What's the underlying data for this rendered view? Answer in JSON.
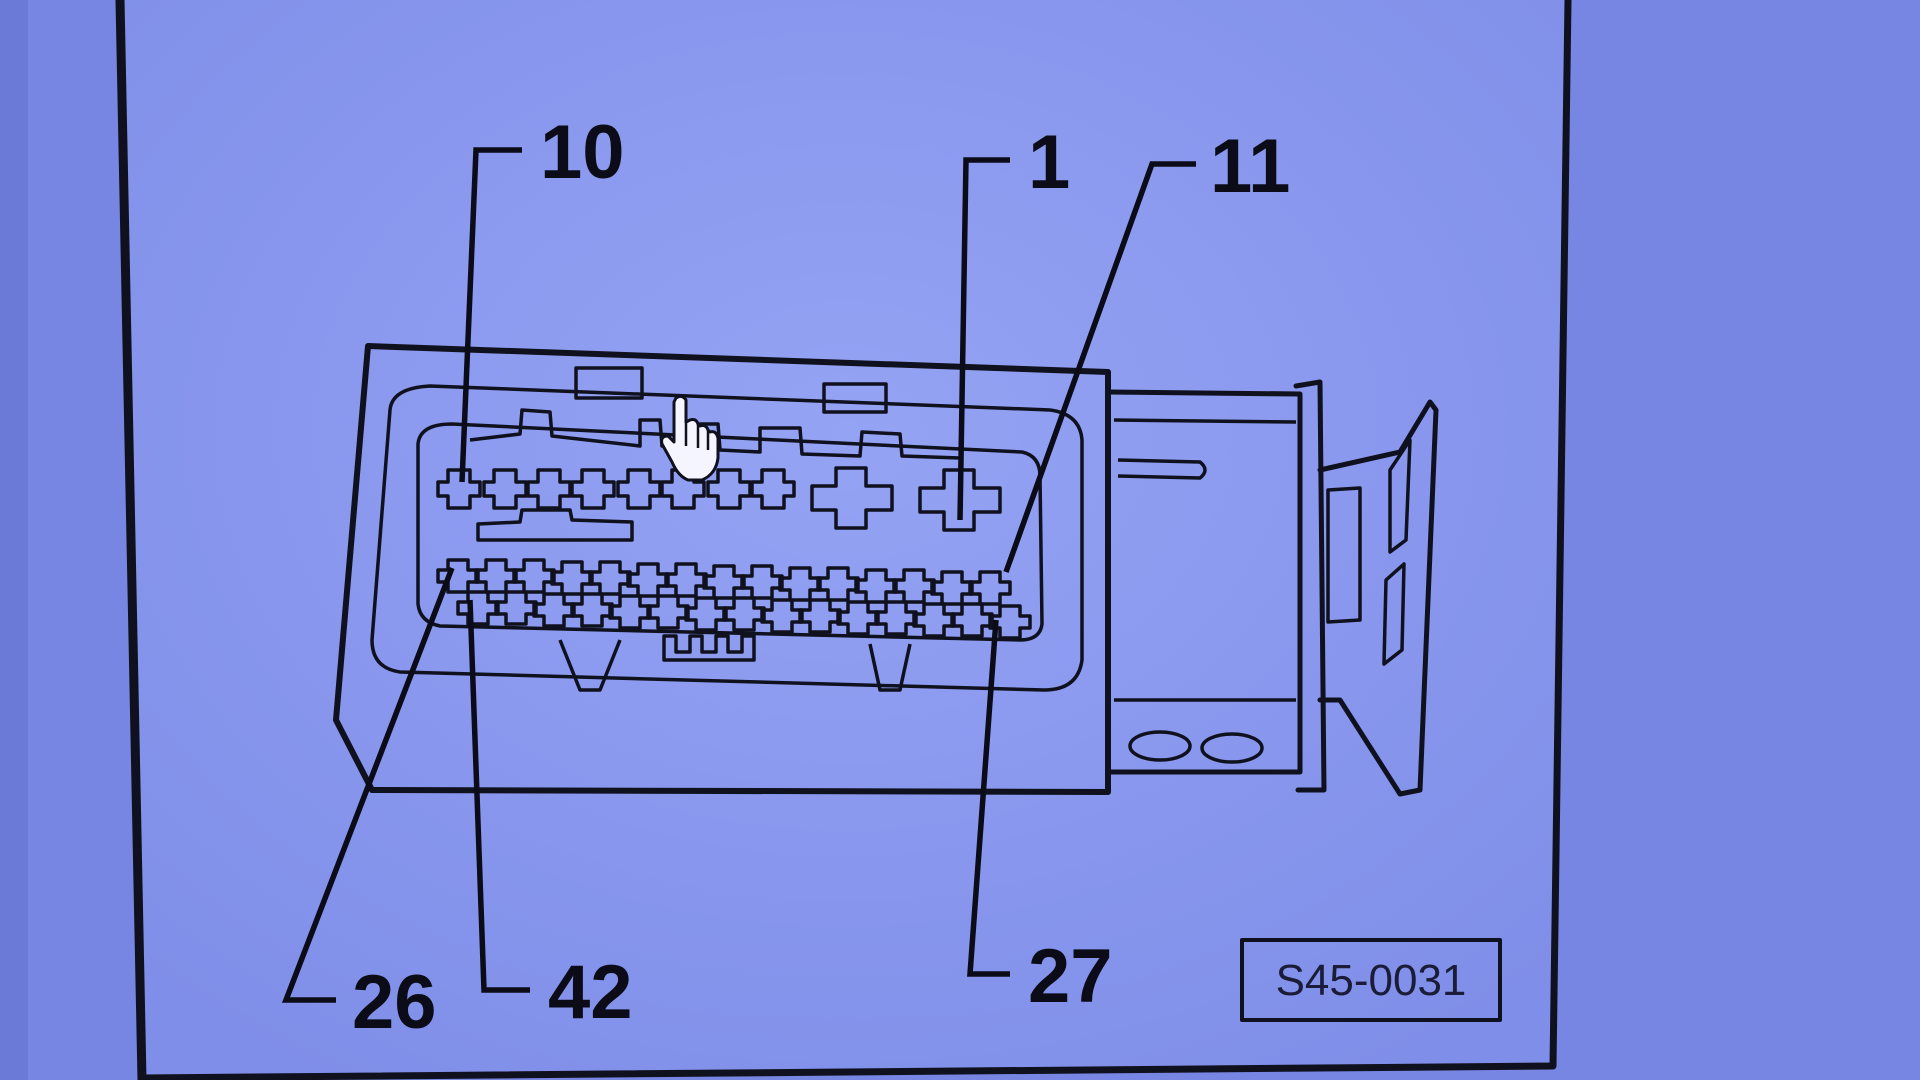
{
  "diagram": {
    "pin_labels": {
      "p10": "10",
      "p1": "1",
      "p11": "11",
      "p26": "26",
      "p42": "42",
      "p27": "27"
    },
    "reference_code": "S45-0031"
  },
  "colors": {
    "screen_background": "#7d8ce8",
    "panel_background": "#8b9af0",
    "ink": "#10111e"
  },
  "cursor": {
    "icon": "hand-pointer-icon"
  }
}
